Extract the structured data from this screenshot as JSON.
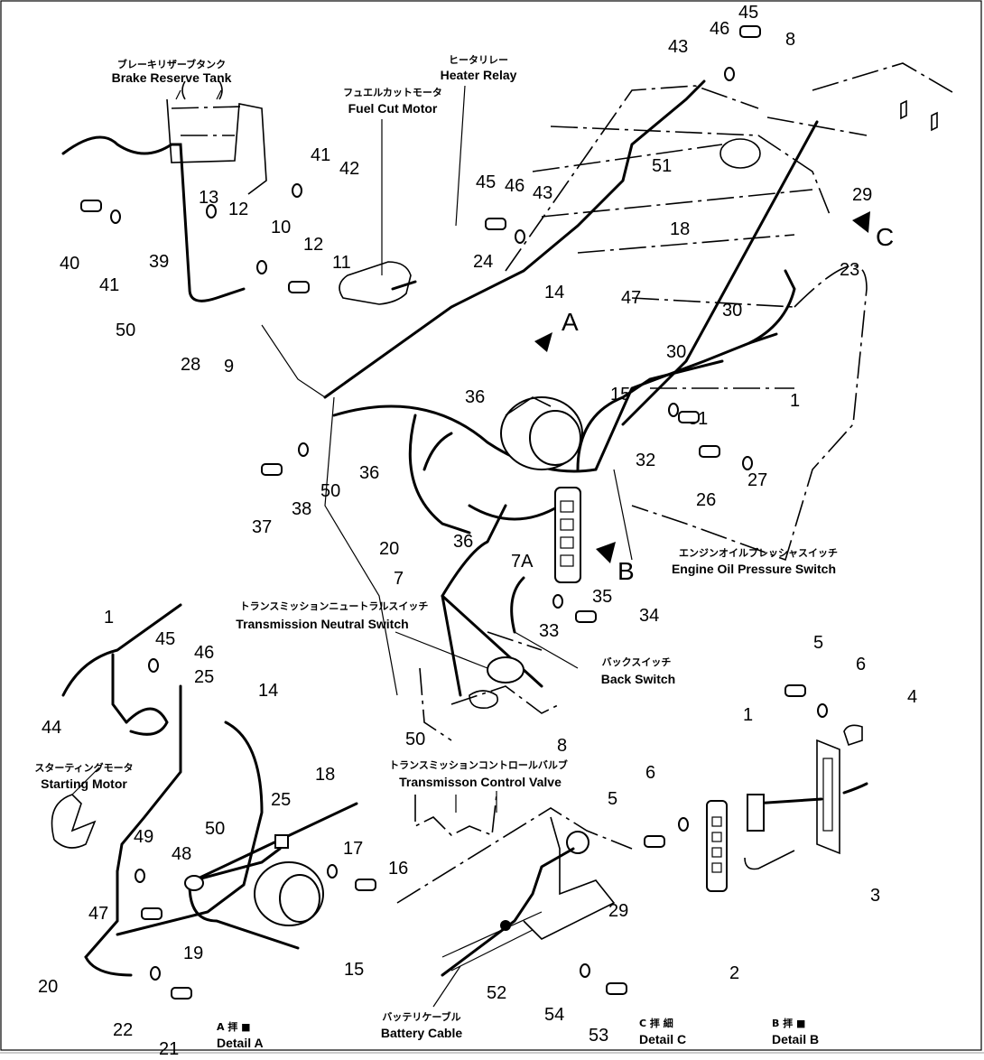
{
  "title": "Electrical wiring parts diagram (engine harness)",
  "annotations": [
    {
      "id": "brake-reserve-tank",
      "jp": "ブレーキリザーブタンク",
      "en": "Brake Reserve Tank"
    },
    {
      "id": "heater-relay",
      "jp": "ヒータリレー",
      "en": "Heater Relay"
    },
    {
      "id": "fuel-cut-motor",
      "jp": "フュエルカットモータ",
      "en": "Fuel Cut Motor"
    },
    {
      "id": "engine-oil-pressure-switch",
      "jp": "エンジンオイルプレッシャスイッチ",
      "en": "Engine Oil Pressure Switch"
    },
    {
      "id": "transmission-neutral-switch",
      "jp": "トランスミッションニュートラルスイッチ",
      "en": "Transmission Neutral Switch"
    },
    {
      "id": "back-switch",
      "jp": "バックスイッチ",
      "en": "Back Switch"
    },
    {
      "id": "transmission-control-valve",
      "jp": "トランスミッションコントロールバルブ",
      "en": "Transmisson Control Valve"
    },
    {
      "id": "starting-motor",
      "jp": "スターティングモータ",
      "en": "Starting Motor"
    },
    {
      "id": "battery-cable",
      "jp": "バッテリケーブル",
      "en": "Battery Cable"
    }
  ],
  "details": [
    {
      "id": "detail-a",
      "jp": "A 拝 ■",
      "en": "Detail  A"
    },
    {
      "id": "detail-c",
      "jp": "C 拝 細",
      "en": "Detail  C"
    },
    {
      "id": "detail-b",
      "jp": "B 拝 ■",
      "en": "Detail  B"
    }
  ],
  "view_arrows": {
    "a": "A",
    "b": "B",
    "c": "C"
  },
  "part_numbers": {
    "main": [
      "45",
      "46",
      "8",
      "43",
      "29",
      "51",
      "18",
      "23",
      "45",
      "46",
      "43",
      "24",
      "41",
      "42",
      "13",
      "12",
      "10",
      "12",
      "11",
      "40",
      "41",
      "39",
      "50",
      "28",
      "9",
      "14",
      "47",
      "30",
      "30",
      "1",
      "15",
      "36",
      "36",
      "31",
      "32",
      "27",
      "26",
      "37",
      "38",
      "50",
      "20",
      "36",
      "7",
      "7A",
      "35",
      "34",
      "33",
      "8",
      "50"
    ],
    "detail_a": [
      "1",
      "45",
      "46",
      "25",
      "44",
      "14",
      "18",
      "25",
      "49",
      "48",
      "50",
      "17",
      "16",
      "47",
      "19",
      "15",
      "20",
      "22",
      "21"
    ],
    "detail_c": [
      "5",
      "6",
      "29",
      "52",
      "54",
      "53"
    ],
    "detail_b": [
      "5",
      "6",
      "4",
      "1",
      "3",
      "2"
    ]
  }
}
